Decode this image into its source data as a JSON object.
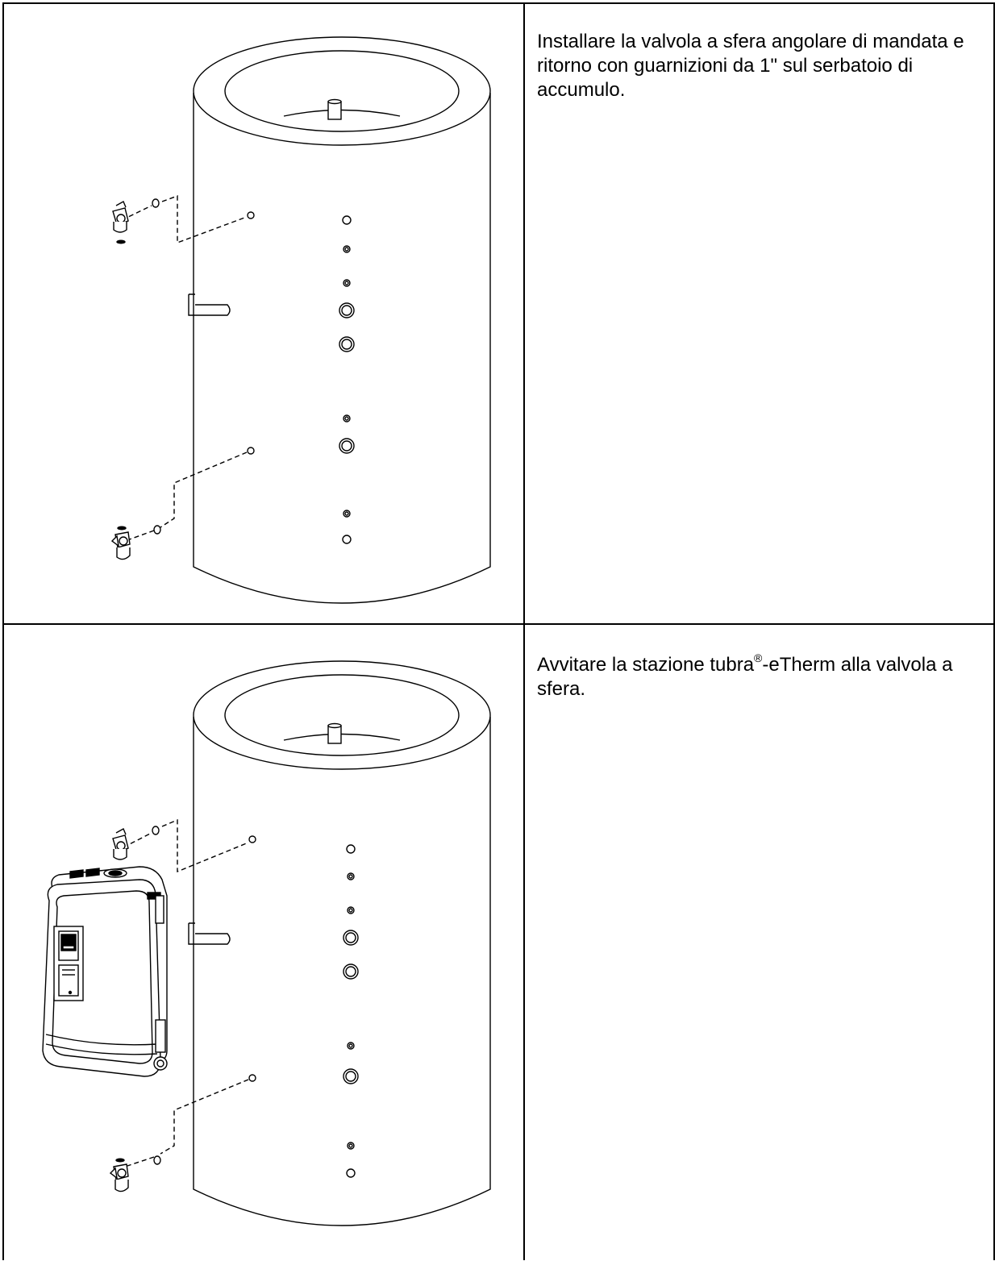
{
  "steps": [
    {
      "text": "Installare la valvola a sfera angolare di mandata e ritorno con guarnizioni da 1\" sul serbatoio di accumulo.",
      "illustration": "storage-tank-with-angle-ball-valves"
    },
    {
      "text_before": "Avvitare la stazione tubra",
      "registered_mark": "®",
      "text_after": "-eTherm alla valvola a sfera.",
      "illustration": "storage-tank-with-tubra-etherm-station"
    }
  ]
}
